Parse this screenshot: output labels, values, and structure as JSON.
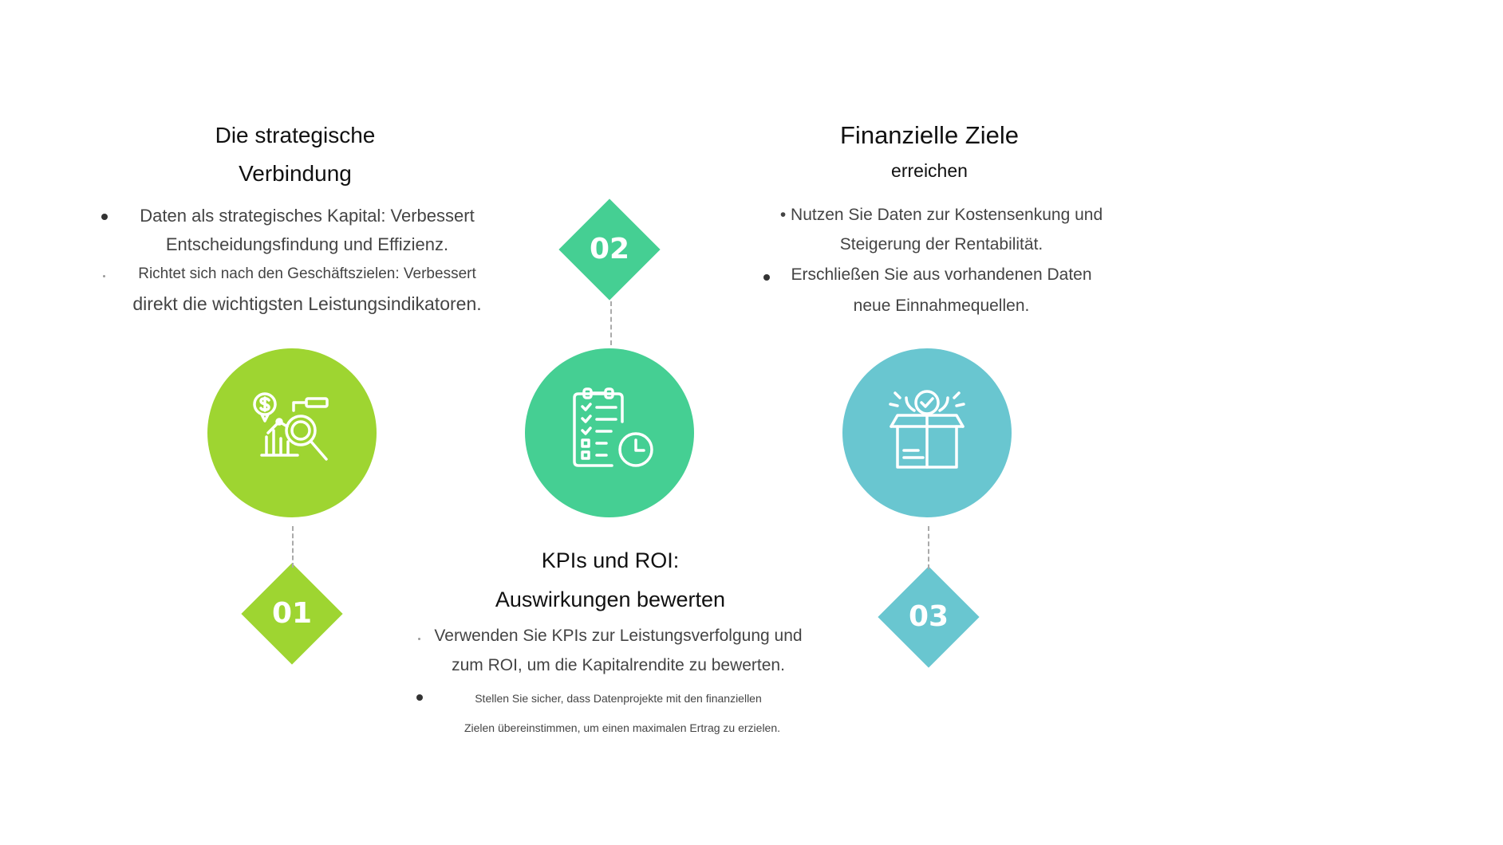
{
  "colors": {
    "step1": "#9ED531",
    "step2": "#45CF93",
    "step3": "#69C6D0"
  },
  "step1": {
    "number": "01",
    "title_line1": "Die strategische",
    "title_line2": "Verbindung",
    "icon": "analytics-magnifier-icon",
    "bullets": [
      {
        "line1": "Daten als strategisches Kapital: Verbessert",
        "line2": "Entscheidungsfindung und Effizienz."
      },
      {
        "line1": "Richtet sich nach den Geschäftszielen: Verbessert",
        "line2": "direkt die wichtigsten Leistungsindikatoren."
      }
    ]
  },
  "step2": {
    "number": "02",
    "title_line1": "KPIs und ROI:",
    "title_line2": "Auswirkungen bewerten",
    "icon": "checklist-clock-icon",
    "bullets": [
      {
        "line1": "Verwenden Sie KPIs zur Leistungsverfolgung und",
        "line2": "zum ROI, um die Kapitalrendite zu bewerten."
      },
      {
        "line1": "Stellen Sie sicher, dass Datenprojekte mit den finanziellen",
        "line2": "Zielen übereinstimmen, um einen maximalen Ertrag zu erzielen."
      }
    ]
  },
  "step3": {
    "number": "03",
    "title_line1": "Finanzielle Ziele",
    "title_line2": "erreichen",
    "icon": "open-box-check-icon",
    "bullets": [
      {
        "line1": "• Nutzen Sie Daten zur Kostensenkung und",
        "line2": "Steigerung der Rentabilität."
      },
      {
        "line1": "Erschließen Sie aus vorhandenen Daten",
        "line2": "neue Einnahmequellen."
      }
    ]
  }
}
